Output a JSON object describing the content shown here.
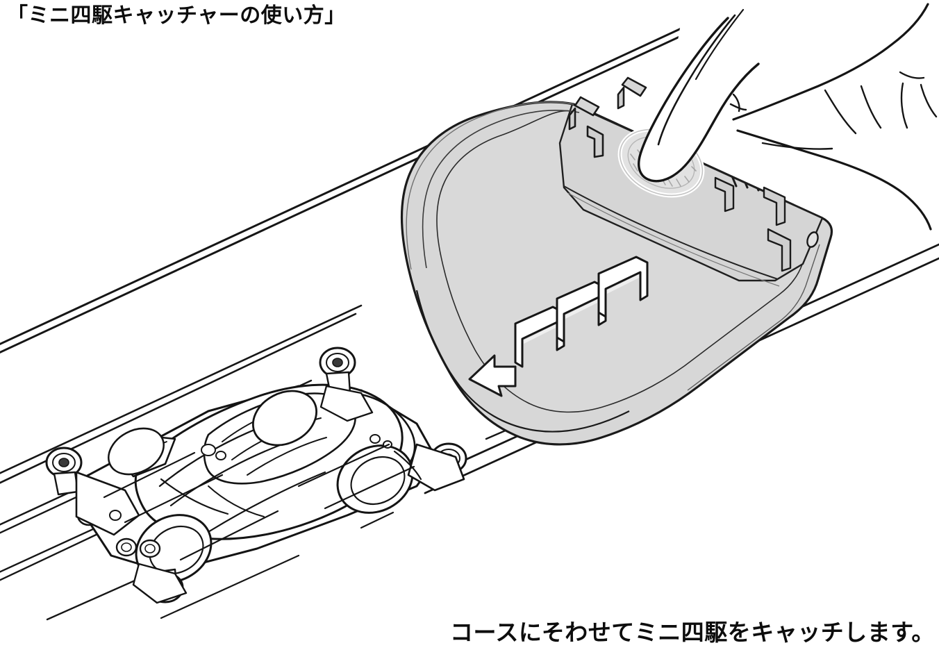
{
  "page": {
    "title": "「ミニ四駆キャッチャーの使い方」",
    "caption": "コースにそわせてミニ四駆をキャッチします。",
    "background_color": "#ffffff",
    "ink_color": "#111111"
  },
  "illustration": {
    "name": "mini-4wd-catcher-usage-diagram",
    "style": "technical line art, black outlines on white",
    "colors": {
      "catcher_body": "#d7d7d7",
      "catcher_body_shadow": "#c4c4c4",
      "catcher_highlight": "#e9e9e9",
      "arrow_fill": "#ffffff",
      "outline": "#1a1a1a",
      "hand_fill": "#ffffff",
      "emblem_fill": "#e4e4e4"
    },
    "objects": [
      {
        "name": "race-course-track",
        "label": "コース",
        "description": "Two parallel guide rails drawn as double lines running diagonally from lower-left to upper-right"
      },
      {
        "name": "mini-4wd-car",
        "label": "ミニ四駆",
        "description": "Mini 4WD racing car with four tires and six guide rollers, riding along the course"
      },
      {
        "name": "catcher-scoop",
        "label": "ミニ四駆キャッチャー",
        "description": "Grey plastic curved scoop with three raised fins, a directional arrow, mounting tabs and slots"
      },
      {
        "name": "catcher-arrow",
        "label": "方向矢印",
        "description": "White arrow marking pointing toward the course, embossed on the scoop floor"
      },
      {
        "name": "catcher-emblem",
        "label": "ロゴ",
        "description": "Circular embossed logo emblem on the upper deck of the catcher"
      },
      {
        "name": "catcher-fins",
        "label": "フィン",
        "count": 3,
        "description": "Three U-shaped raised ribs that stop the car"
      },
      {
        "name": "hand",
        "label": "手",
        "description": "Right hand holding the catcher, thumb pressing on the emblem area"
      },
      {
        "name": "grip-ridges",
        "label": "すべり止め",
        "count": 8,
        "description": "Parallel grip ridge lines on the top deck of the catcher"
      }
    ]
  }
}
